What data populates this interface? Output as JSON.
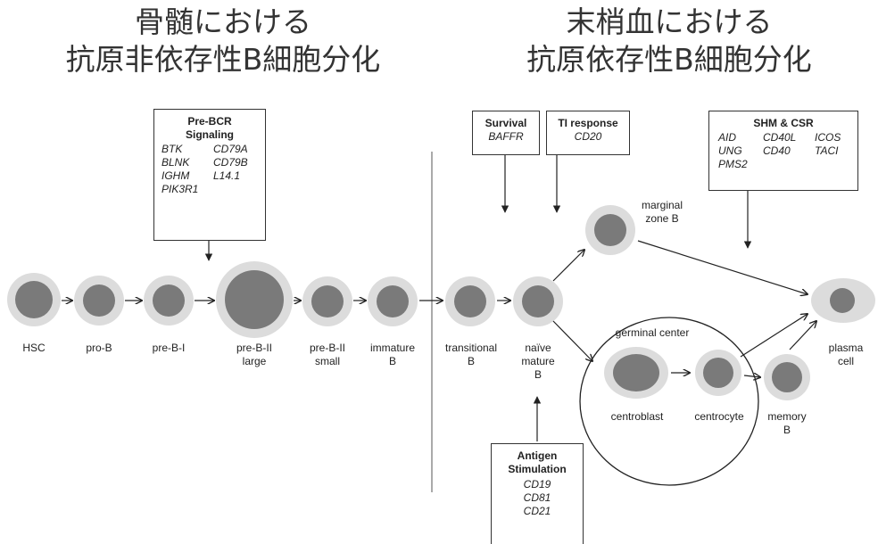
{
  "titles": {
    "left": [
      "骨髄における",
      "抗原非依存性B細胞分化"
    ],
    "right": [
      "末梢血における",
      "抗原依存性B細胞分化"
    ]
  },
  "stages": {
    "hsc": "HSC",
    "pro_b": "pro-B",
    "pre_b_i": "pre-B-I",
    "pre_b_ii_large": [
      "pre-B-II",
      "large"
    ],
    "pre_b_ii_small": [
      "pre-B-II",
      "small"
    ],
    "immature_b": [
      "immature",
      "B"
    ],
    "transitional_b": [
      "transitional",
      "B"
    ],
    "naive_mature_b": [
      "naïve",
      "mature",
      "B"
    ],
    "marginal_zone_b": [
      "marginal",
      "zone B"
    ],
    "germinal_center": "germinal center",
    "centroblast": "centroblast",
    "centrocyte": "centrocyte",
    "memory_b": [
      "memory",
      "B"
    ],
    "plasma_cell": [
      "plasma",
      "cell"
    ]
  },
  "boxes": {
    "pre_bcr": {
      "title": [
        "Pre-BCR",
        "Signaling"
      ],
      "genes_col1": [
        "BTK",
        "BLNK",
        "IGHM",
        "PIK3R1"
      ],
      "genes_col2": [
        "CD79A",
        "CD79B",
        "L14.1"
      ]
    },
    "survival": {
      "title": "Survival",
      "genes": [
        "BAFFR"
      ]
    },
    "ti_response": {
      "title": "TI response",
      "genes": [
        "CD20"
      ]
    },
    "shm_csr": {
      "title": "SHM & CSR",
      "genes_col1": [
        "AID",
        "UNG",
        "PMS2"
      ],
      "genes_col2": [
        "CD40L",
        "CD40"
      ],
      "genes_col3": [
        "ICOS",
        "TACI"
      ]
    },
    "antigen": {
      "title": [
        "Antigen",
        "Stimulation"
      ],
      "genes": [
        "CD19",
        "CD81",
        "CD21"
      ]
    }
  },
  "colors": {
    "nucleus": "#7a7a7a",
    "cytoplasm": "#dcdcdc",
    "line": "#222222"
  }
}
